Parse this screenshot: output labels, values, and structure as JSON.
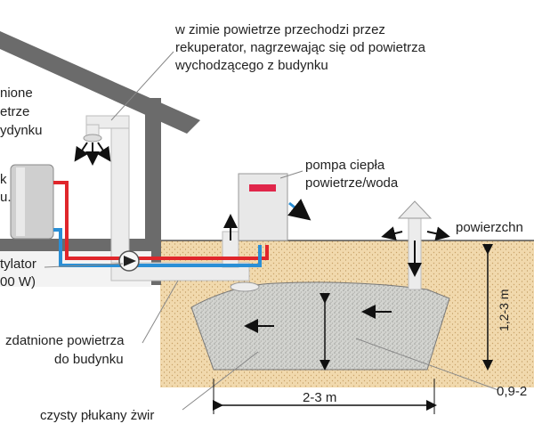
{
  "labels": {
    "recuperator_note_line1": "w zimie powietrze przechodzi przez",
    "recuperator_note_line2": "rekuperator, nagrzewając się od powietrza",
    "recuperator_note_line3": "wychodzącego z budynku",
    "left_top_line1": "nione",
    "left_top_line2": "etrze",
    "left_top_line3": "ydynku",
    "left_mid_line1": "k",
    "left_mid_line2": "u.",
    "fan_line1": "tylator",
    "fan_line2": "00 W)",
    "heat_pump_line1": "pompa ciepła",
    "heat_pump_line2": "powietrze/woda",
    "surface": "powierzchn",
    "treated_air_line1": "zdatnione powietrza",
    "treated_air_line2": "do budynku",
    "depth_dim": "1,2-3 m",
    "width_dim": "2-3 m",
    "small_dim": "0,9-2",
    "gravel": "czysty płukany żwir"
  },
  "colors": {
    "house_wall": "#6b6b6b",
    "soil": "#f1d9ad",
    "gravel": "#cfd0cc",
    "hot_pipe": "#e0262b",
    "cold_pipe": "#2a8fd6",
    "duct": "#ececec",
    "heat_pump_display": "#e0264a",
    "arrow": "#111111"
  }
}
